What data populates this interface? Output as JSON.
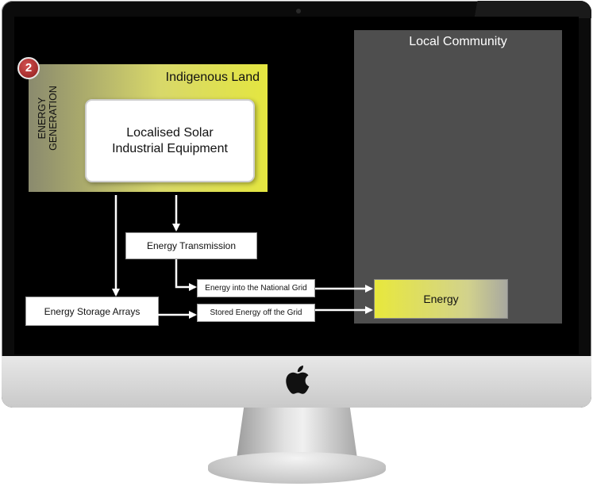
{
  "diagram": {
    "step_badge": "2",
    "indigenous": {
      "title": "Indigenous Land",
      "side_label_line1": "ENERGY",
      "side_label_line2": "GENERATION",
      "equipment_line1": "Localised Solar",
      "equipment_line2": "Industrial Equipment"
    },
    "community": {
      "title": "Local Community",
      "energy": "Energy"
    },
    "nodes": {
      "transmission": "Energy Transmission",
      "storage": "Energy Storage Arrays",
      "national_grid": "Energy into the National Grid",
      "off_grid": "Stored Energy off the Grid"
    }
  },
  "colors": {
    "panel_yellow": "#e4e640",
    "community_gray": "#4e4e4e",
    "badge_red": "#b02828",
    "arrow": "#ffffff"
  }
}
